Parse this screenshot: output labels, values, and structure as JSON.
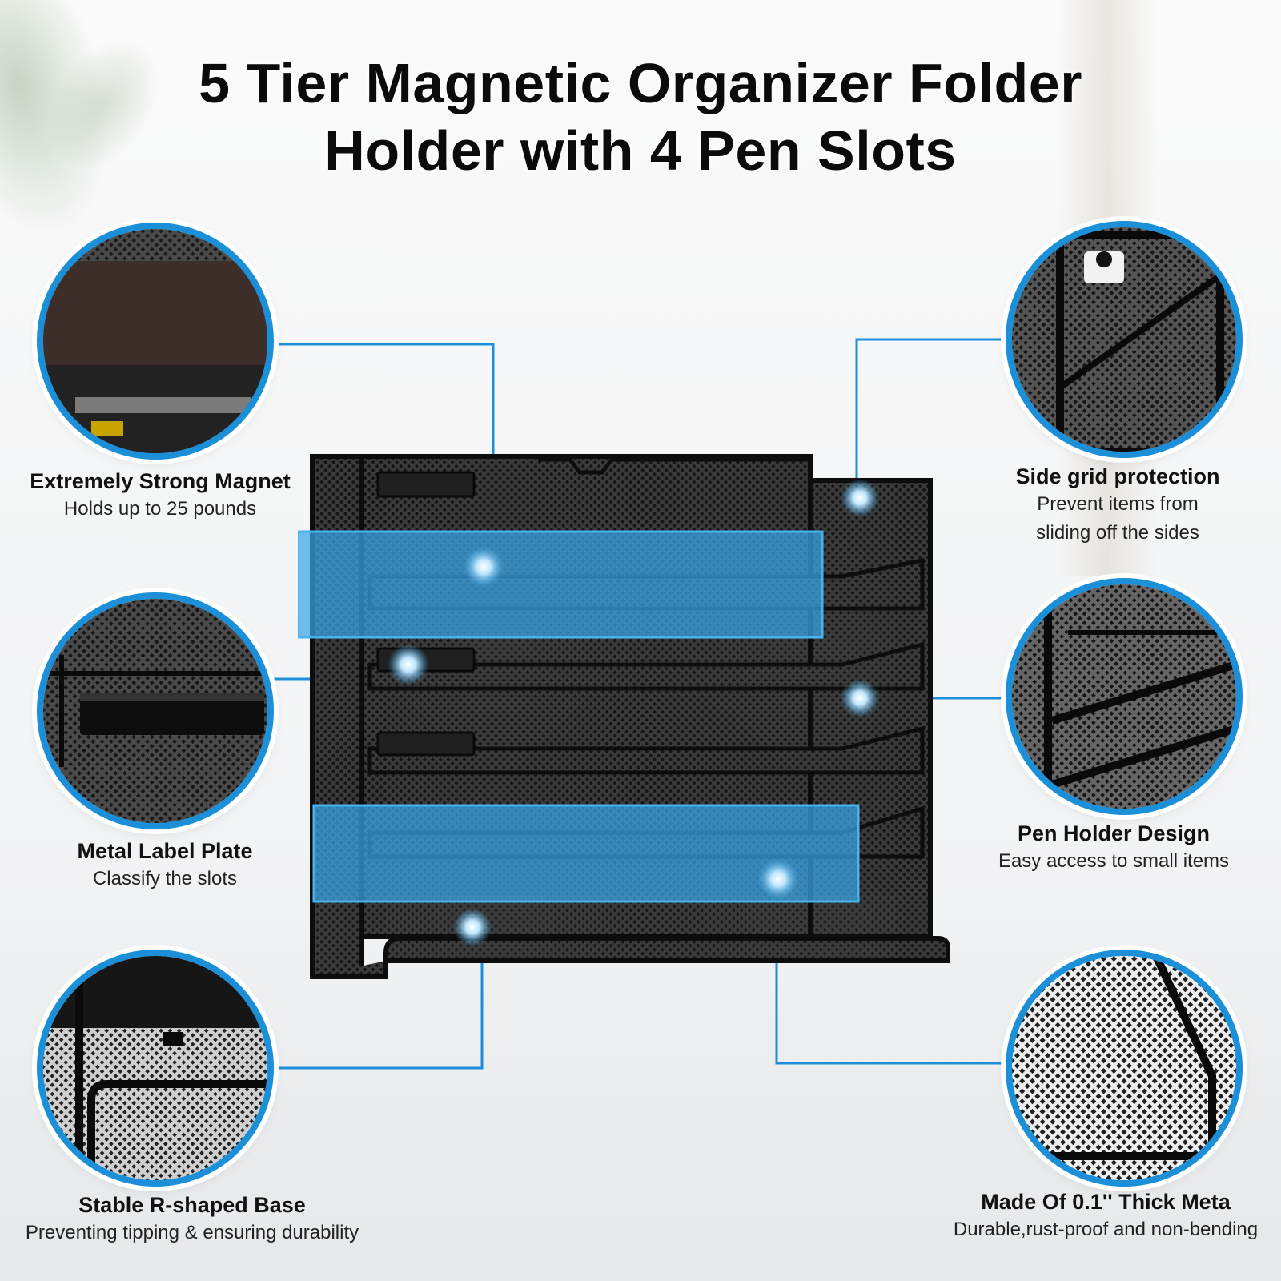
{
  "title": {
    "line1": "5 Tier Magnetic Organizer Folder",
    "line2": "Holder with 4 Pen Slots"
  },
  "colors": {
    "accent": "#1c8fd9",
    "highlight": "#3aa6e8",
    "text": "#111111",
    "metal": "#1a1a1a"
  },
  "features": [
    {
      "title": "Extremely Strong Magnet",
      "desc": [
        "Holds up to 25 pounds"
      ],
      "icon": "magnet-detail"
    },
    {
      "title": "Metal Label Plate",
      "desc": [
        "Classify the slots"
      ],
      "icon": "label-plate-detail"
    },
    {
      "title": "Stable R-shaped Base",
      "desc": [
        "Preventing tipping & ensuring durability"
      ],
      "icon": "base-detail"
    },
    {
      "title": "Side grid protection",
      "desc": [
        "Prevent items from",
        "sliding off the sides"
      ],
      "icon": "side-grid-detail"
    },
    {
      "title": "Pen Holder Design",
      "desc": [
        "Easy access to small items"
      ],
      "icon": "pen-holder-detail"
    },
    {
      "title": "Made Of 0.1'' Thick Meta",
      "desc": [
        "Durable,rust-proof and non-bending"
      ],
      "icon": "thick-metal-detail"
    }
  ]
}
